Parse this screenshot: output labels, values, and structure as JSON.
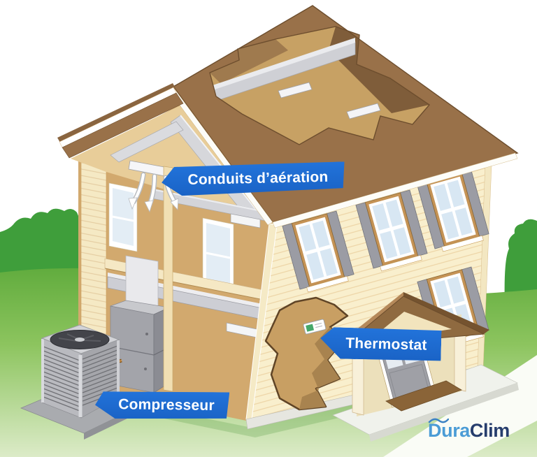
{
  "page": {
    "background": "#ffffff",
    "kind": "HVAC system cutaway-house infographic",
    "language": "fr"
  },
  "labels": {
    "ducts": "Conduits d’aération",
    "thermostat": "Thermostat",
    "compressor": "Compresseur"
  },
  "logo": {
    "part1": "Dura",
    "part2": "Clim"
  },
  "colors": {
    "banner_blue": "#1d6fd3",
    "roof_brown": "#997149",
    "siding_cream": "#f9efcd",
    "interior_tan": "#d2a96e",
    "duct_gray": "#cfd0d5",
    "grass_green": "#6fb64a",
    "bush_green": "#3f9e3b",
    "logo_blue": "#4b9cd6",
    "logo_navy": "#263d6d"
  }
}
